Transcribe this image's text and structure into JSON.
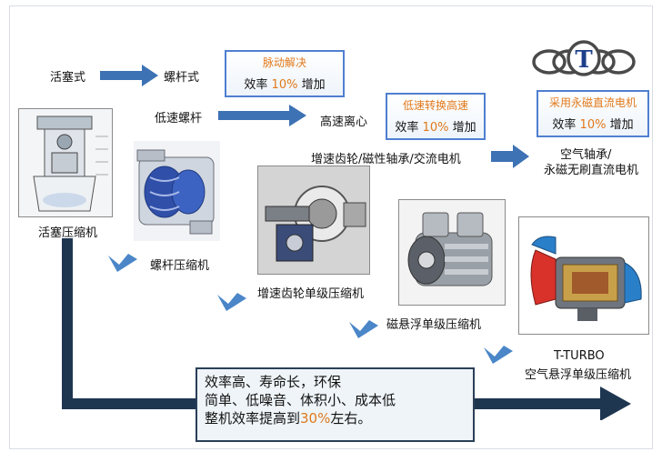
{
  "flow": {
    "piston_type": "活塞式",
    "screw_type": "螺杆式",
    "low_speed_screw": "低速螺杆",
    "high_speed_centrifugal": "高速离心",
    "speedup_line": "增速齿轮/磁性轴承/交流电机",
    "air_bearing_line1": "空气轴承/",
    "air_bearing_line2": "永磁无刷直流电机"
  },
  "boxes": [
    {
      "title": "脉动解决",
      "prefix": "效率",
      "pct": "10%",
      "suffix": "增加"
    },
    {
      "title": "低速转换高速",
      "prefix": "效率",
      "pct": "10%",
      "suffix": "增加"
    },
    {
      "title": "采用永磁直流电机",
      "prefix": "效率",
      "pct": "10%",
      "suffix": "增加"
    }
  ],
  "logo": {
    "letter": "T"
  },
  "machines": {
    "piston": "活塞压缩机",
    "screw": "螺杆压缩机",
    "gear": "增速齿轮单级压缩机",
    "maglev": "磁悬浮单级压缩机",
    "tturbo_line1": "T-TURBO",
    "tturbo_line2": "空气悬浮单级压缩机"
  },
  "summary": {
    "line1": "效率高、寿命长，环保",
    "line2": "简单、低噪音、体积小、成本低",
    "line3_prefix": "整机效率提高到",
    "line3_pct": "30%",
    "line3_suffix": "左右。"
  },
  "colors": {
    "accent": "#e0791c",
    "arrow_blue": "#3d72b4",
    "box_border": "#4f7fd1",
    "dark_arrow": "#1f3651",
    "chevron": "#4a86c8"
  }
}
